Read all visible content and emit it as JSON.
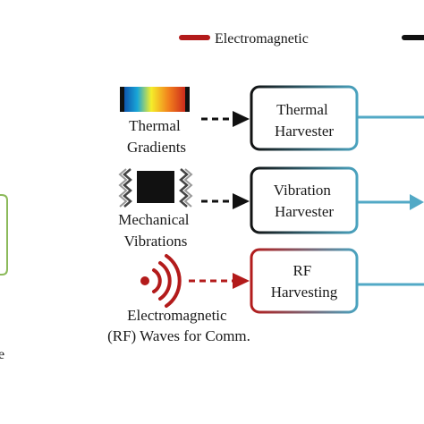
{
  "legend": {
    "electromagnetic": {
      "label": "Electromagnetic",
      "color": "#b31b1b"
    }
  },
  "sources": [
    {
      "id": "thermal",
      "lines": [
        "Thermal",
        "Gradients"
      ],
      "icon": "thermal-gradient-icon"
    },
    {
      "id": "mechanical",
      "lines": [
        "Mechanical",
        "Vibrations"
      ],
      "icon": "vibrating-block-icon"
    },
    {
      "id": "rf",
      "lines": [
        "Electromagnetic",
        "(RF) Waves for Comm."
      ],
      "icon": "rf-waves-icon"
    }
  ],
  "harvesters": [
    {
      "id": "thermal",
      "lines": [
        "Thermal",
        "Harvester"
      ]
    },
    {
      "id": "vibration",
      "lines": [
        "Vibration",
        "Harvester"
      ]
    },
    {
      "id": "rf",
      "lines": [
        "RF",
        "Harvesting"
      ]
    }
  ],
  "colors": {
    "harvester_border": "#4aa3bf",
    "output_line": "#52a9c6",
    "dark": "#111111",
    "em_red": "#b31b1b",
    "left_box": "#8cba5a"
  },
  "cut_text": {
    "bottom_left_fragment": "e"
  }
}
